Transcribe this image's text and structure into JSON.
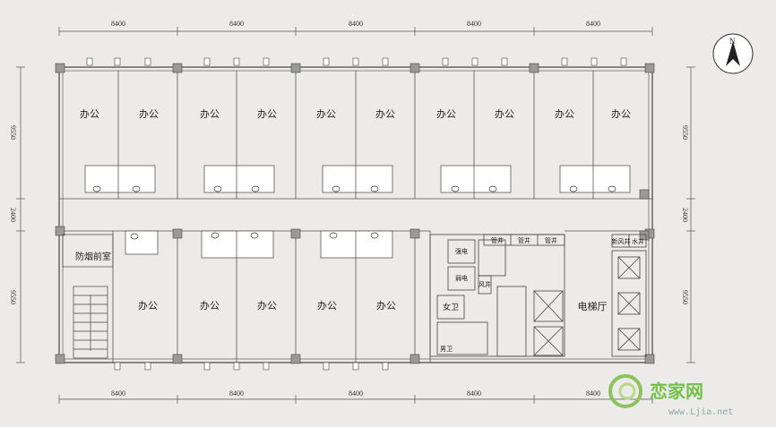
{
  "dimensions": {
    "top": [
      "8400",
      "8400",
      "8400",
      "8400",
      "8400"
    ],
    "bottom": [
      "8400",
      "8400",
      "8400",
      "8400",
      "8400"
    ],
    "left": [
      "9550",
      "2400",
      "9550"
    ],
    "right": [
      "9550",
      "2400",
      "9550"
    ]
  },
  "rooms": {
    "office": "办公",
    "smoke_lobby": "防烟前室",
    "elevator_hall": "电梯厅",
    "strong_elec": "强电",
    "weak_elec": "弱电",
    "pipe_shaft": "管井",
    "new_air_shaft": "新风井",
    "water_shaft": "水井",
    "air_shaft": "风井",
    "female_wc": "女卫",
    "male_wc": "男卫"
  },
  "compass": {
    "label": "N"
  },
  "watermark": {
    "brand": "恋家网",
    "url": "www.Ljia.net"
  },
  "colors": {
    "line": "#444444",
    "column": "#9a9a9a",
    "background": "#ecebea",
    "watermark": "#74c04a"
  }
}
